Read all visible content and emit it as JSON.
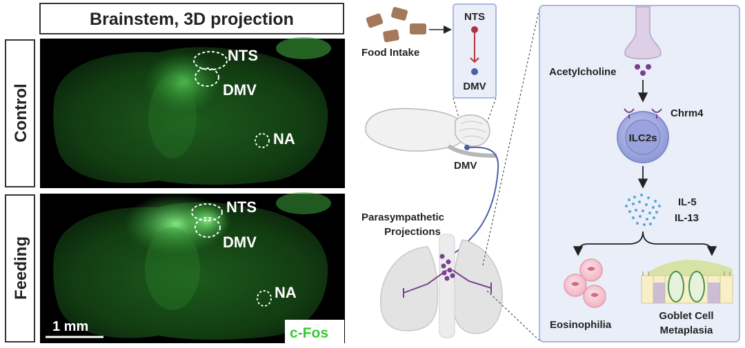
{
  "left_panel": {
    "title": "Brainstem, 3D projection",
    "rows": [
      {
        "label": "Control",
        "region_labels": {
          "nts": "NTS",
          "dmv": "DMV",
          "na": "NA"
        }
      },
      {
        "label": "Feeding",
        "region_labels": {
          "nts": "NTS",
          "dmv": "DMV",
          "na": "NA"
        }
      }
    ],
    "scale_bar_label": "1 mm",
    "stain_label": "c-Fos",
    "stain_color": "#33dd33"
  },
  "middle_panel": {
    "food_label": "Food Intake",
    "inset_top": "NTS",
    "inset_bottom": "DMV",
    "brain_dmv_label": "DMV",
    "projection_label_line1": "Parasympathetic",
    "projection_label_line2": "Projections"
  },
  "right_panel": {
    "acetylcholine": "Acetylcholine",
    "receptor": "Chrm4",
    "cell": "ILC2s",
    "cytokine_1": "IL-5",
    "cytokine_2": "IL-13",
    "outcome_left": "Eosinophilia",
    "outcome_right_line1": "Goblet Cell",
    "outcome_right_line2": "Metaplasia"
  },
  "colors": {
    "tissue_green": "#1f6e1f",
    "pathway_blue": "#4a5fa8",
    "purple": "#7a3f8e",
    "red": "#b3323e",
    "panel_bg": "#e9eef8",
    "panel_border": "#a9b8dc",
    "food_brown": "#a4785a"
  }
}
